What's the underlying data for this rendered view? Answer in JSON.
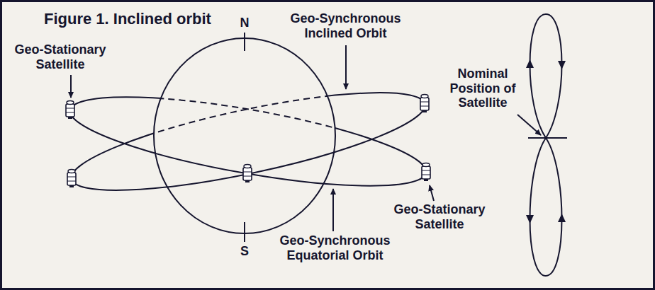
{
  "diagram": {
    "title": "Figure 1. Inclined orbit",
    "labels": [
      "N",
      "Geo-Synchronous Inclined Orbit",
      "Geo-Stationary Satellite",
      "Nominal Position of Satellite",
      "Geo-Stationary Satellite",
      "S",
      "Geo-Synchronous Equatorial Orbit"
    ]
  }
}
